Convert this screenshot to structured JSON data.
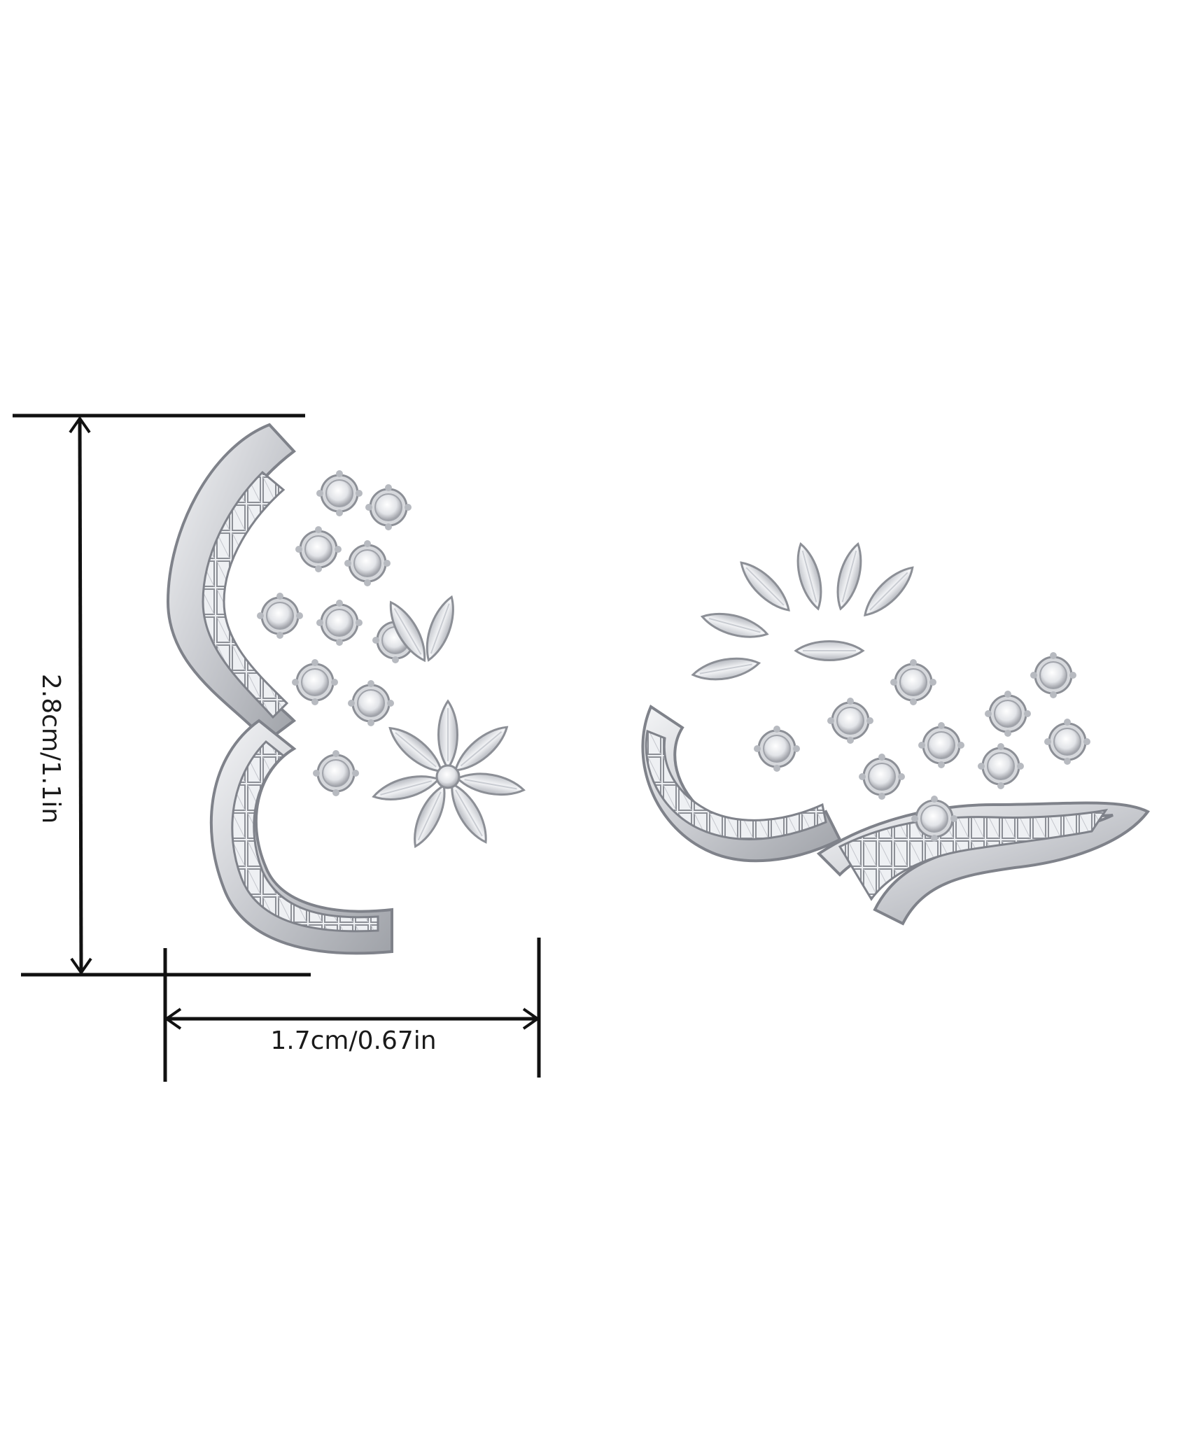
{
  "image": {
    "subject": "pair of silver stud earrings with baguette and round crystals",
    "colors": {
      "background": "#ffffff",
      "dimension_line": "#111111",
      "metal": "#c9cbd0",
      "metal_highlight": "#f4f5f7",
      "stone_outline": "#8c8f96"
    }
  },
  "dimensions": {
    "height_label": "2.8cm/1.1in",
    "width_label": "1.7cm/0.67in"
  }
}
